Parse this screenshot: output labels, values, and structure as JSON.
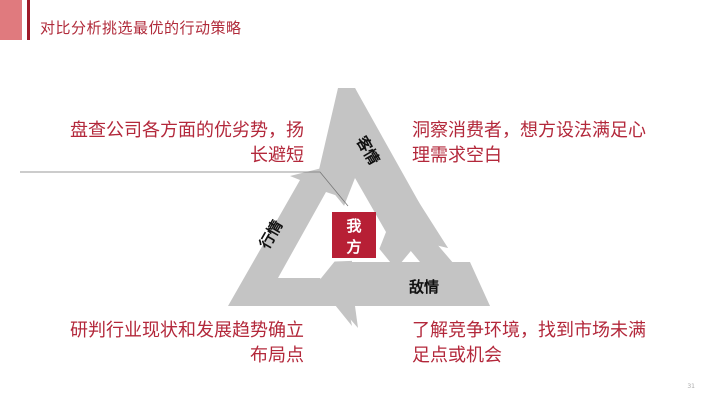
{
  "title": "对比分析挑选最优的行动策略",
  "notes": {
    "top_left": [
      "盘查公司各方面的优劣势，扬",
      "长避短"
    ],
    "top_right": [
      "洞察消费者，想方设法满足心",
      "理需求空白"
    ],
    "bottom_left": [
      "研判行业现状和发展趋势确立",
      "布局点"
    ],
    "bottom_right": [
      "了解竞争环境，找到市场未满",
      "足点或机会"
    ]
  },
  "diagram": {
    "center": [
      "我",
      "方"
    ],
    "arrows": {
      "top": "客情",
      "left": "行情",
      "bottom": "敌情"
    }
  },
  "colors": {
    "accent": "#b3283b",
    "center_box": "#b71f35",
    "arrow_gray": "#c4c4c4"
  },
  "page_number": "31"
}
